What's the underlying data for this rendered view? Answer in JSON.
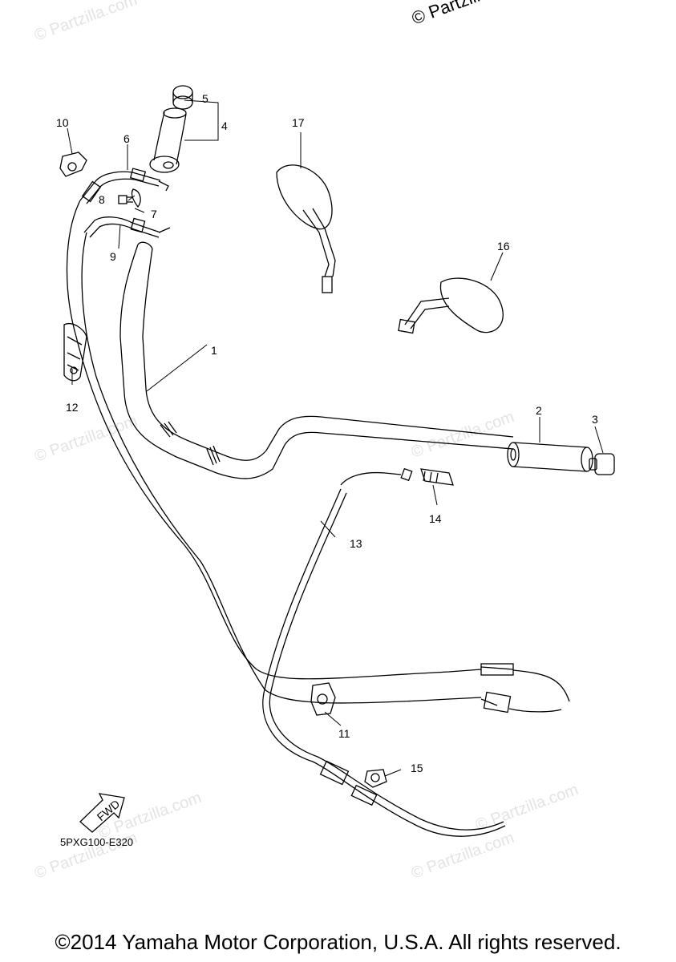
{
  "watermarks": {
    "top": "© Partzilla.com",
    "faint": [
      "© Partzilla.com",
      "© Partzilla.com",
      "© Partzilla.com",
      "© Partzilla.com",
      "© Partzilla.com",
      "© Partzilla.com",
      "© Partzilla.com"
    ]
  },
  "callouts": [
    "1",
    "2",
    "3",
    "4",
    "5",
    "6",
    "7",
    "8",
    "9",
    "10",
    "11",
    "12",
    "13",
    "14",
    "15",
    "16",
    "17"
  ],
  "fwd_label": "FWD",
  "diagram_code": "5PXG100-E320",
  "copyright": "©2014 Yamaha Motor Corporation, U.S.A. All rights reserved."
}
